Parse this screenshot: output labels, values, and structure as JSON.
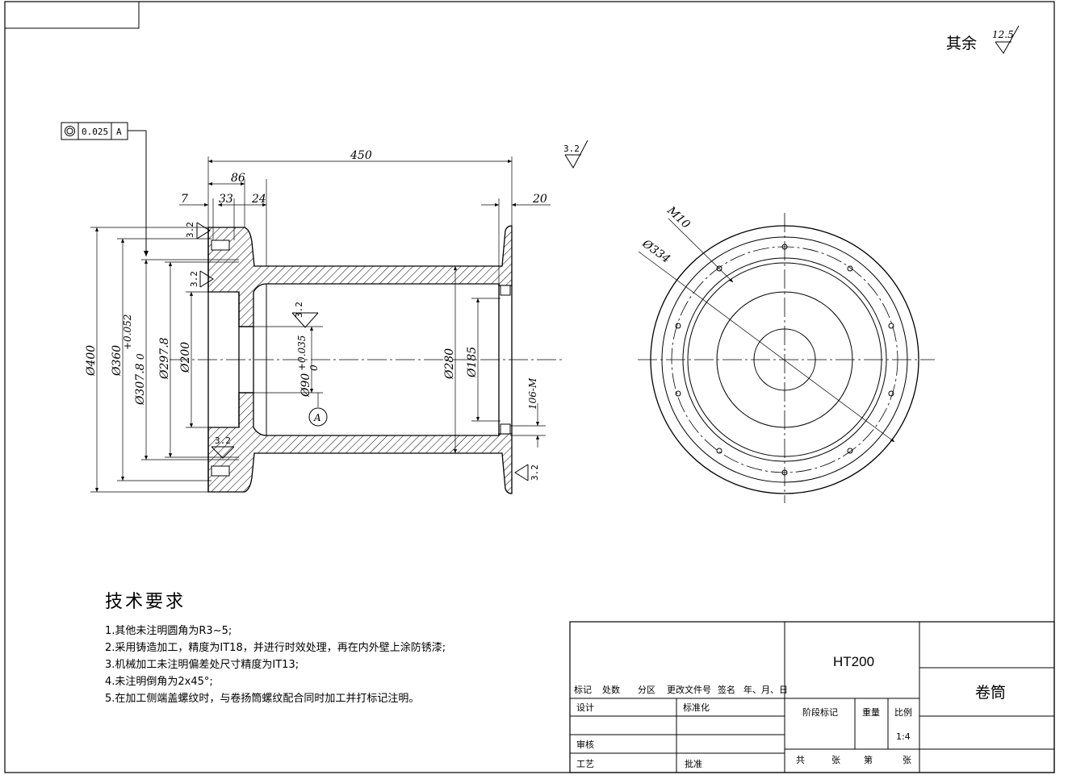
{
  "roughness_other": {
    "prefix": "其余",
    "value": "12.5"
  },
  "gdt_frame": {
    "tolerance": "0.025",
    "datum": "A"
  },
  "dimensions": {
    "total_length": "450",
    "flange_left": "86",
    "d7": "7",
    "d33": "33",
    "d24": "24",
    "d20": "20",
    "dia400": "Ø400",
    "dia360": "Ø360",
    "dia307": "Ø307.8",
    "tol307_upper": "+0.052",
    "tol307_lower": "0",
    "dia297": "Ø297.8",
    "dia200": "Ø200",
    "dia90": "Ø90",
    "tol90_upper": "+0.035",
    "tol90_lower": "0",
    "dia280": "Ø280",
    "dia185": "Ø185",
    "thread": "106-M",
    "m10": "M10",
    "dia334": "Ø334",
    "datum_label": "A"
  },
  "roughness_values": [
    "3.2",
    "3.2",
    "3.2",
    "3.2",
    "3.2",
    "3.2"
  ],
  "notes": {
    "title": "技术要求",
    "lines": [
      "1.其他未注明圆角为R3~5;",
      "2.采用铸造加工，精度为IT18，并进行时效处理，再在内外壁上涂防锈漆;",
      "3.机械加工未注明偏差处尺寸精度为IT13;",
      "4.未注明倒角为2x45°;",
      "5.在加工侧端盖螺纹时，与卷扬筒螺纹配合同时加工并打标记注明。"
    ]
  },
  "title_block": {
    "material": "HT200",
    "part_name": "卷筒",
    "headers": [
      "标记",
      "处数",
      "分区",
      "更改文件号",
      "签名",
      "年、月、日"
    ],
    "design": "设计",
    "standardization": "标准化",
    "review": "审核",
    "process": "工艺",
    "approve": "批准",
    "stage_mark": "阶段标记",
    "weight": "重量",
    "scale_label": "比例",
    "scale_value": "1:4",
    "total": "共",
    "sheets": "张",
    "sheet_no": "第",
    "sheets2": "张"
  }
}
